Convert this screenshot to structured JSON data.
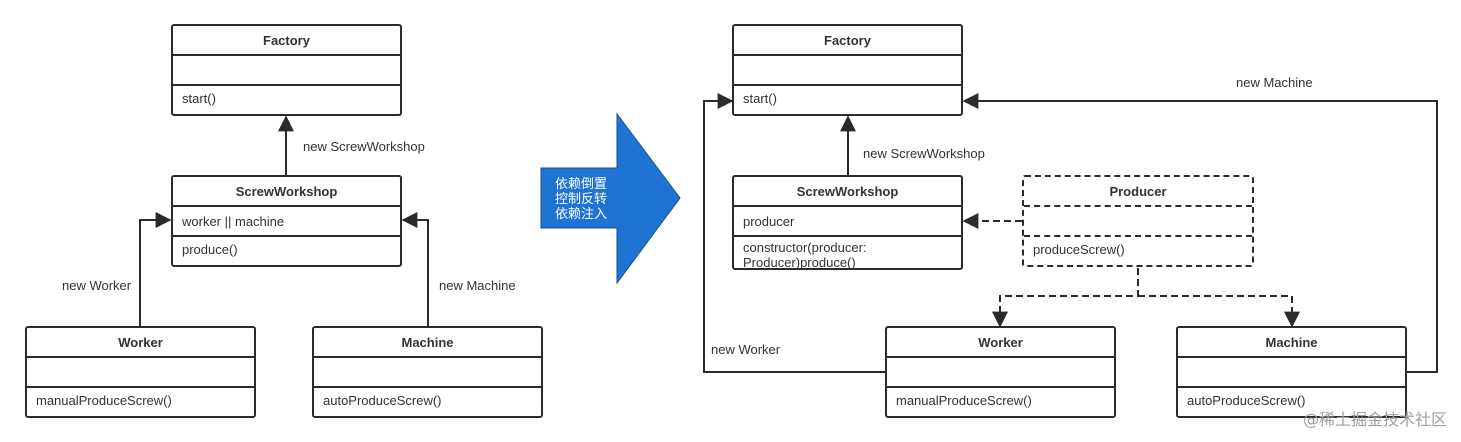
{
  "left": {
    "factory": {
      "name": "Factory",
      "attrs": "",
      "ops": "start()"
    },
    "screw": {
      "name": "ScrewWorkshop",
      "attrs": "worker || machine",
      "ops": "produce()"
    },
    "worker": {
      "name": "Worker",
      "attrs": "",
      "ops": "manualProduceScrew()"
    },
    "machine": {
      "name": "Machine",
      "attrs": "",
      "ops": "autoProduceScrew()"
    },
    "labels": {
      "new_screw": "new ScrewWorkshop",
      "new_worker": "new Worker",
      "new_machine": "new Machine"
    }
  },
  "center_arrow": {
    "line1": "依赖倒置",
    "line2": "控制反转",
    "line3": "依赖注入",
    "color": "#1f74d3"
  },
  "right": {
    "factory": {
      "name": "Factory",
      "attrs": "",
      "ops": "start()"
    },
    "screw": {
      "name": "ScrewWorkshop",
      "attrs": "producer",
      "ops": "constructor(producer: Producer)produce()"
    },
    "producer": {
      "name": "Producer",
      "attrs": "",
      "ops": "produceScrew()"
    },
    "worker": {
      "name": "Worker",
      "attrs": "",
      "ops": "manualProduceScrew()"
    },
    "machine": {
      "name": "Machine",
      "attrs": "",
      "ops": "autoProduceScrew()"
    },
    "labels": {
      "new_machine": "new Machine",
      "new_screw": "new ScrewWorkshop",
      "new_worker": "new Worker"
    }
  },
  "watermark": "@稀土掘金技术社区"
}
